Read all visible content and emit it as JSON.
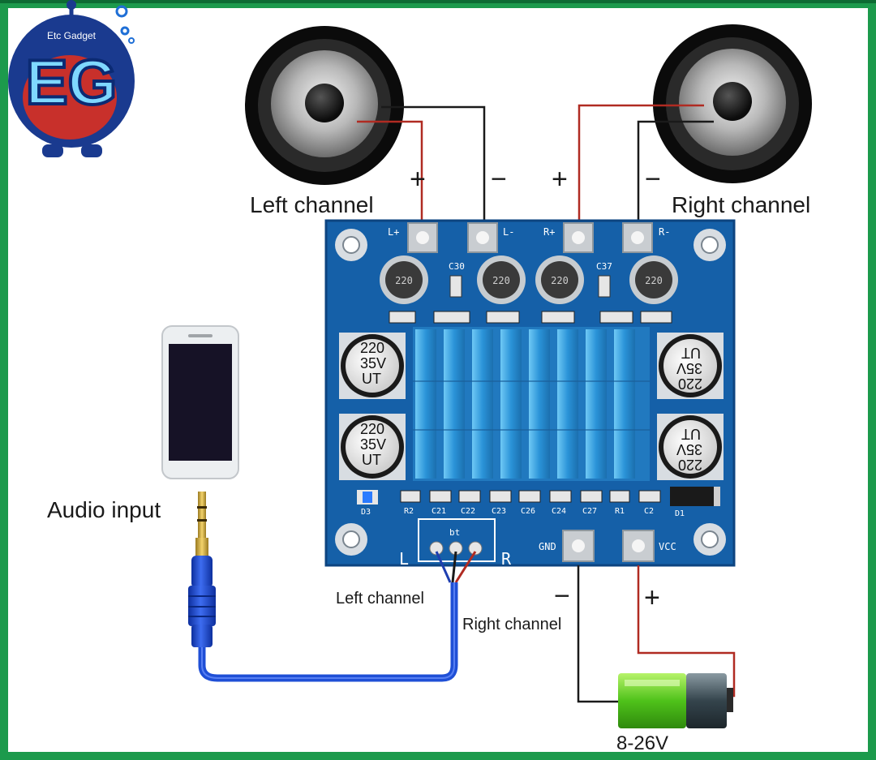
{
  "logo": {
    "tagline": "Etc Gadget",
    "monogram": "EG"
  },
  "labels": {
    "left_channel_top": "Left channel",
    "right_channel_top": "Right channel",
    "audio_input": "Audio input",
    "left_channel_wire": "Left channel",
    "right_channel_wire": "Right channel",
    "voltage": "8-26V"
  },
  "polarity": {
    "plus": "+",
    "minus": "−"
  },
  "pcb": {
    "terminals": [
      "L+",
      "L-",
      "R+",
      "R-"
    ],
    "inductors": [
      "220",
      "220",
      "220",
      "220"
    ],
    "caps": {
      "top": [
        "C30",
        "C37"
      ],
      "bottom": [
        "R2",
        "C21",
        "C22",
        "C23",
        "C26",
        "C24",
        "C27",
        "R1",
        "C2"
      ]
    },
    "big_caps": [
      "220\n35V\nUT",
      "220\n35V\nUT",
      "220\n35V\nUT",
      "220\n35V\nUT"
    ],
    "power": {
      "gnd": "GND",
      "vcc": "VCC"
    },
    "input": {
      "l": "L",
      "r": "R",
      "label": "bt"
    },
    "misc": {
      "d3": "D3",
      "d1": "D1"
    }
  },
  "colors": {
    "frame": "#1c9a4c",
    "pcb": "#1560a8",
    "heatsink": "#39a9e6",
    "wire_red": "#b02b22",
    "wire_black": "#1a1a1a",
    "cable_blue": "#1f4fd6",
    "battery_green": "#5ed31e"
  },
  "icons": [
    "speaker-icon",
    "phone-icon",
    "audio-jack-icon",
    "battery-icon",
    "logo-icon"
  ]
}
